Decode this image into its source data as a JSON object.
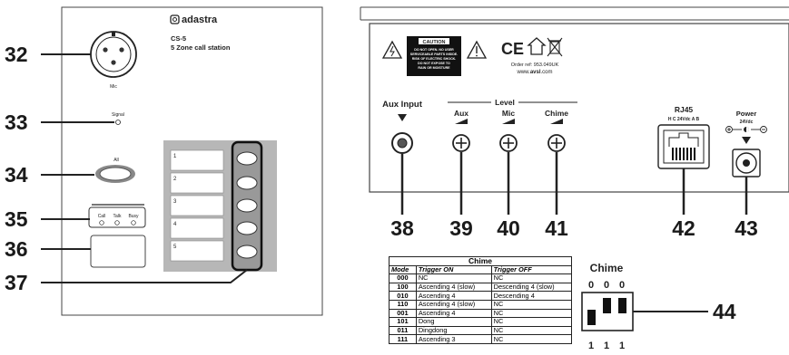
{
  "call_station": {
    "brand": "adastra",
    "model": "CS-5",
    "description": "5 Zone call station",
    "mic_label": "Mic",
    "signal_label": "Signal",
    "all_label": "All",
    "indicators": [
      "Call",
      "Talk",
      "Busy"
    ],
    "zones": [
      "1",
      "2",
      "3",
      "4",
      "5"
    ]
  },
  "rear_panel": {
    "caution": {
      "title": "CAUTION",
      "lines": [
        "DO NOT OPEN. NO USER",
        "SERVICEABLE PARTS INSIDE.",
        "RISK OF ELECTRIC SHOCK.",
        "DO NOT EXPOSE TO",
        "RAIN OR MOISTURE"
      ]
    },
    "ce_mark": "CE",
    "order_ref": "Order ref: 953.049UK",
    "website_prefix": "www.",
    "website_brand": "avsl",
    "website_suffix": ".com",
    "aux_input_label": "Aux Input",
    "level_label": "Level",
    "aux_label": "Aux",
    "mic_label": "Mic",
    "chime_label": "Chime",
    "rj45_label": "RJ45",
    "rj45_pins": "H C  24Vdc  A B",
    "power_label": "Power",
    "power_voltage": "24Vdc"
  },
  "callouts": [
    "32",
    "33",
    "34",
    "35",
    "36",
    "37",
    "38",
    "39",
    "40",
    "41",
    "42",
    "43",
    "44"
  ],
  "chime_table": {
    "title": "Chime",
    "headers": [
      "Mode",
      "Trigger ON",
      "Trigger OFF"
    ],
    "rows": [
      {
        "mode": "000",
        "on": "NC",
        "off": "NC"
      },
      {
        "mode": "100",
        "on": "Ascending 4 (slow)",
        "off": "Descending 4 (slow)"
      },
      {
        "mode": "010",
        "on": "Ascending 4",
        "off": "Descending 4"
      },
      {
        "mode": "110",
        "on": "Ascending 4 (slow)",
        "off": "NC"
      },
      {
        "mode": "001",
        "on": "Ascending 4",
        "off": "NC"
      },
      {
        "mode": "101",
        "on": "Dong",
        "off": "NC"
      },
      {
        "mode": "011",
        "on": "Dingdong",
        "off": "NC"
      },
      {
        "mode": "111",
        "on": "Ascending 3",
        "off": "NC"
      }
    ]
  },
  "dip_switch": {
    "title": "Chime",
    "top_labels": [
      "0",
      "0",
      "0"
    ],
    "bottom_labels": [
      "1",
      "1",
      "1"
    ],
    "positions": [
      1,
      0,
      0
    ]
  }
}
